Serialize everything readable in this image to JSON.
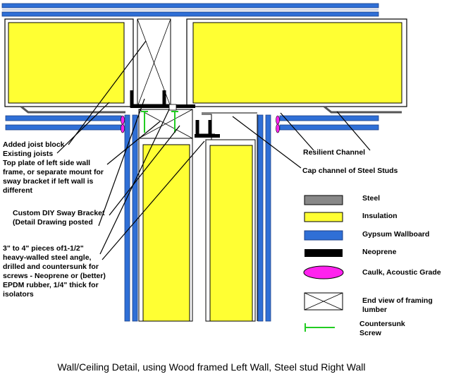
{
  "labels": {
    "added_joist_block": "Added joist block",
    "existing_joists": "Existing joists",
    "top_plate": "Top plate of left side wall frame, or separate mount for sway bracket if left wall is different",
    "sway_bracket_line1": "Custom DIY Sway Bracket",
    "sway_bracket_line2": "(Detail Drawing posted",
    "angle_pieces": "3\" to 4\" pieces of1-1/2\" heavy-walled steel angle, drilled and countersunk for screws - Neoprene or (better) EPDM rubber, 1/4\" thick for isolators",
    "resilient_channel": "Resilient Channel",
    "cap_channel": "Cap channel of Steel Studs"
  },
  "legend": [
    {
      "label": "Steel",
      "swatch": "steel",
      "color": "#888888"
    },
    {
      "label": "Insulation",
      "swatch": "insulation",
      "color": "#ffff33"
    },
    {
      "label": "Gypsum Wallboard",
      "swatch": "gypsum",
      "color": "#2f6fd6"
    },
    {
      "label": "Neoprene",
      "swatch": "neoprene",
      "color": "#000000"
    },
    {
      "label": "Caulk, Acoustic Grade",
      "swatch": "caulk",
      "color": "#ff22ee"
    },
    {
      "label": "End view of framing lumber",
      "swatch": "lumber",
      "color": "#ffffff"
    },
    {
      "label": "Countersunk Screw",
      "swatch": "screw",
      "color": "#22cc22"
    }
  ],
  "caption": "Wall/Ceiling Detail, using Wood framed Left Wall, Steel stud Right Wall"
}
